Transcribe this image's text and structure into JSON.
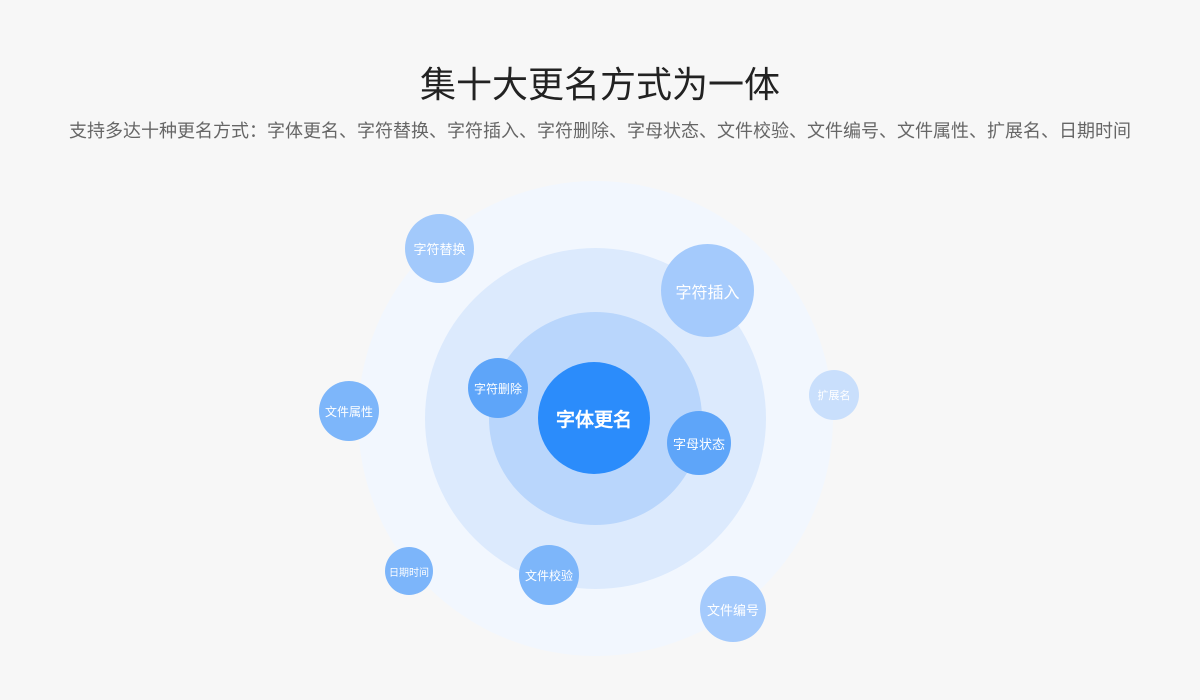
{
  "header": {
    "title": "集十大更名方式为一体",
    "subtitle": "支持多达十种更名方式：字体更名、字符替换、字符插入、字符删除、字母状态、文件校验、文件编号、文件属性、扩展名、日期时间"
  },
  "diagram": {
    "center": "字体更名",
    "nodes": {
      "replace": "字符替换",
      "insert": "字符插入",
      "delete": "字符删除",
      "case": "字母状态",
      "attributes": "文件属性",
      "extension": "扩展名",
      "datetime": "日期时间",
      "verify": "文件校验",
      "number": "文件编号"
    }
  },
  "colors": {
    "primary": "#2b8cfb",
    "ring_outer": "#f2f7fe",
    "ring_middle": "#dceafd",
    "ring_inner": "#b9d6fc",
    "background": "#f7f7f7"
  }
}
